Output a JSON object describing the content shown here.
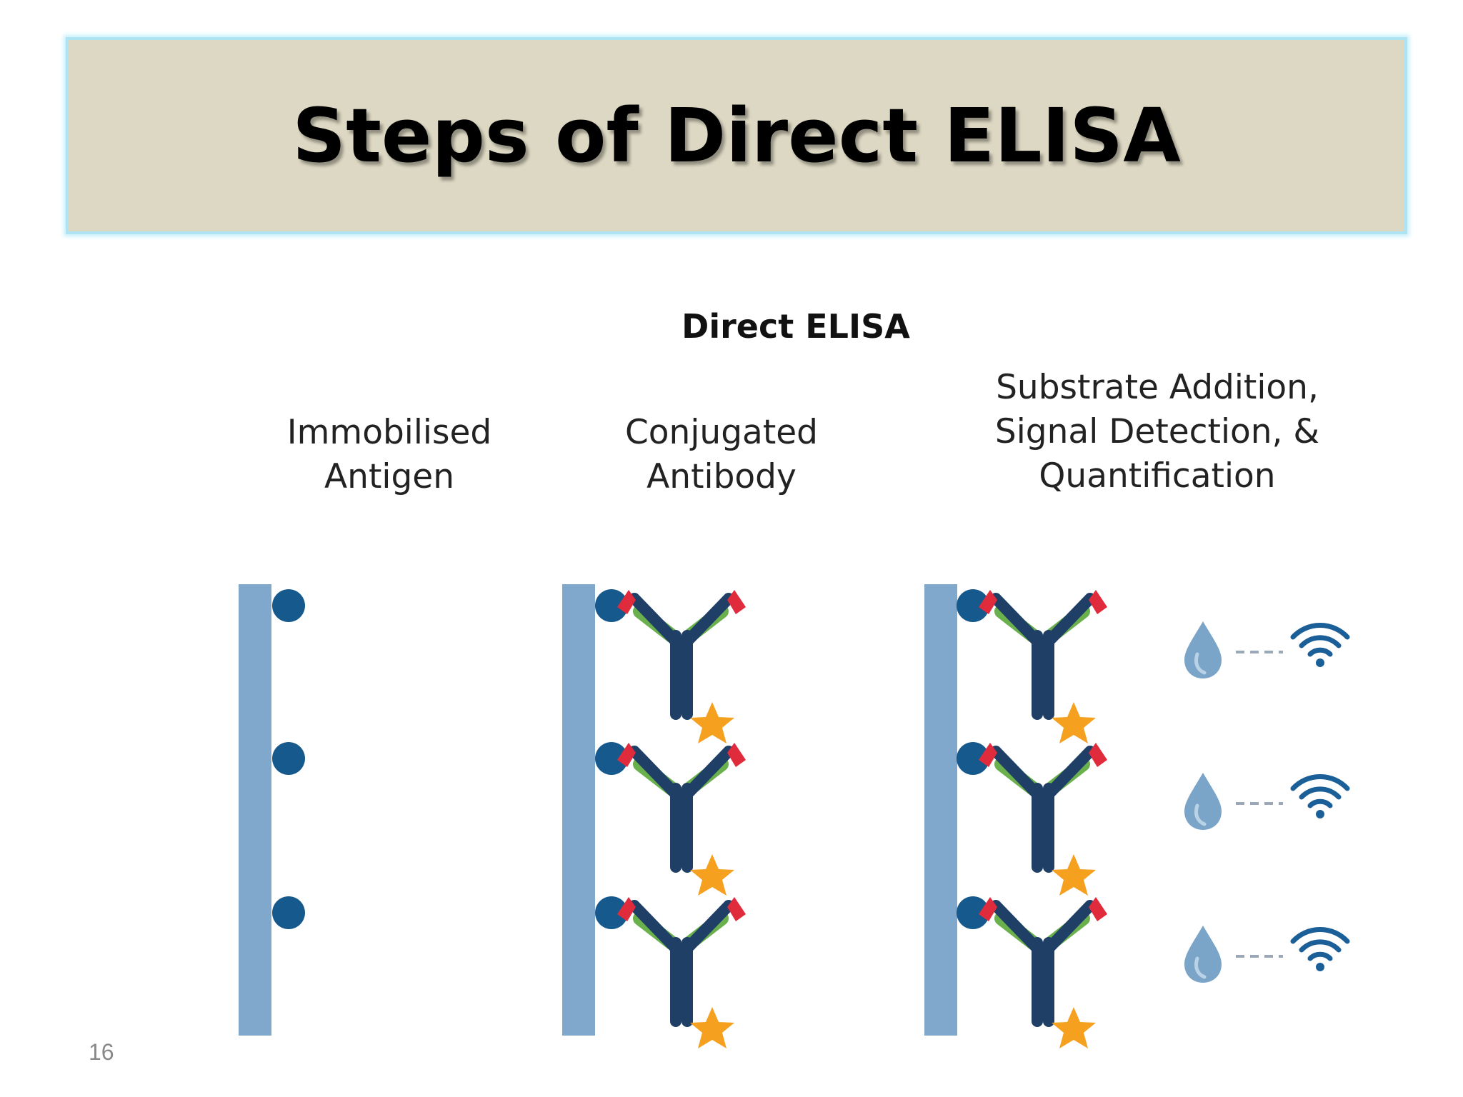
{
  "slide": {
    "title": "Steps of Direct ELISA",
    "number": "16"
  },
  "diagram": {
    "title": "Direct ELISA",
    "steps": [
      {
        "label": "Immobilised\nAntigen"
      },
      {
        "label": "Conjugated\nAntibody"
      },
      {
        "label": "Substrate Addition,\nSignal Detection, &\nQuantification"
      }
    ],
    "icons": {
      "plate": "plate-surface-bar",
      "antigen": "antigen-circle",
      "antibody": "antibody-y-shape",
      "enzyme": "enzyme-star",
      "substrate": "substrate-drop-icon",
      "signal": "signal-waves-icon"
    },
    "colors": {
      "plate": "#7fa8cc",
      "antigen": "#16598c",
      "antibody_heavy": "#1f3f66",
      "antibody_light": "#6ab04c",
      "antibody_tip": "#e02b3c",
      "enzyme": "#f5a01f",
      "drop": "#7aa5c8",
      "signal": "#1b5f98",
      "dash": "#9aa8b8"
    }
  }
}
